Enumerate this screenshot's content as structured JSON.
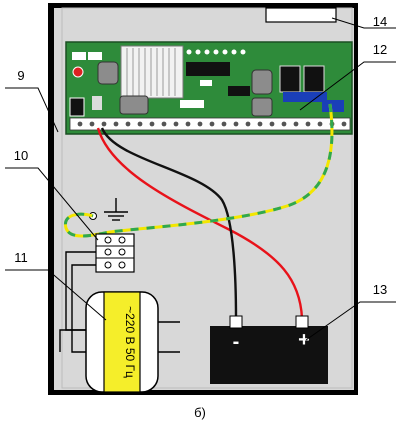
{
  "callouts": {
    "c9": "9",
    "c10": "10",
    "c11": "11",
    "c12": "12",
    "c13": "13",
    "c14": "14"
  },
  "transformer": {
    "label": "~220 В 50 Гц"
  },
  "battery": {
    "minus": "-",
    "plus": "+"
  },
  "caption": "б)",
  "colors": {
    "enclosure": "#d8d8d8",
    "pcb": "#2e8b3a",
    "wire_red": "#e8121a",
    "wire_black": "#111111",
    "wire_yellow": "#f3e600",
    "wire_green": "#2fa84f",
    "transformer_label": "#f5ee2a",
    "battery": "#111111"
  }
}
